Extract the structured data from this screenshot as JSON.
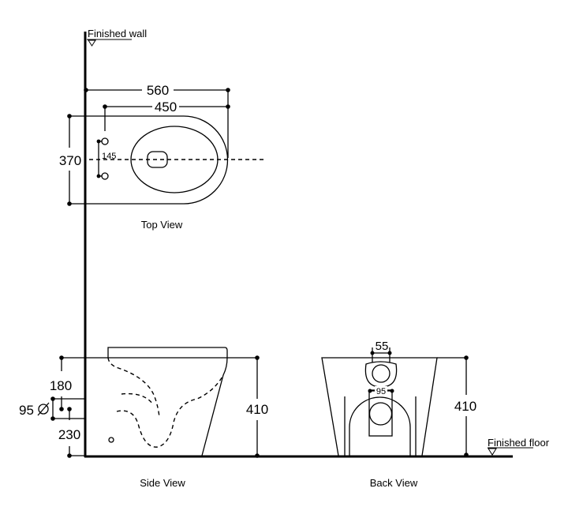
{
  "labels": {
    "finished_wall": "Finished wall",
    "finished_floor": "Finished floor",
    "top_view": "Top View",
    "side_view": "Side View",
    "back_view": "Back View"
  },
  "top_view_dims": {
    "overall_length": "560",
    "fixing_to_front": "450",
    "width": "370",
    "fixing_spacing": "145"
  },
  "side_view_dims": {
    "height": "410",
    "inlet_height": "180",
    "outlet_diameter": "95",
    "outlet_height": "230"
  },
  "back_view_dims": {
    "inlet_width": "55",
    "outlet_width": "95",
    "height": "410"
  }
}
